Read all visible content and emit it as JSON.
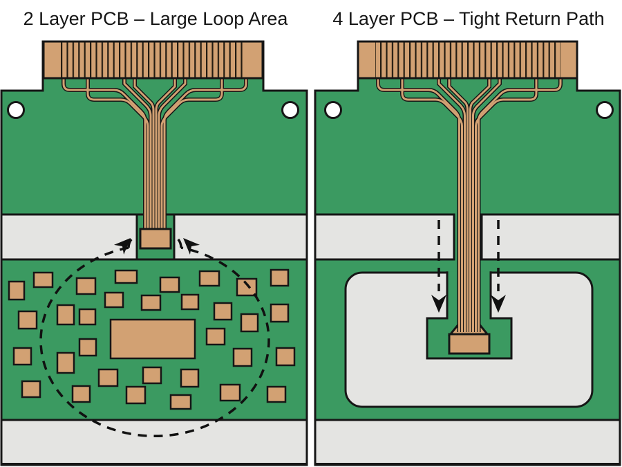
{
  "page": {
    "background": "#ffffff"
  },
  "colors": {
    "page-bg": "#ffffff",
    "board-green": "#3b9a61",
    "copper": "#d2a173",
    "plane-gray": "#e4e4e2",
    "outline": "#161616",
    "hole-white": "#ffffff",
    "annotation": "#111111",
    "title": "#161616"
  },
  "panels": {
    "left": {
      "title": "2 Layer PCB – Large Loop Area",
      "annotation": "dashed current-loop ellipse with two arrowheads pointing at the connector pad",
      "component_count": 33
    },
    "right": {
      "title": "4 Layer PCB – Tight Return Path",
      "annotation": "two dashed arrows pointing down along the trace into the ground-plane notch"
    }
  }
}
